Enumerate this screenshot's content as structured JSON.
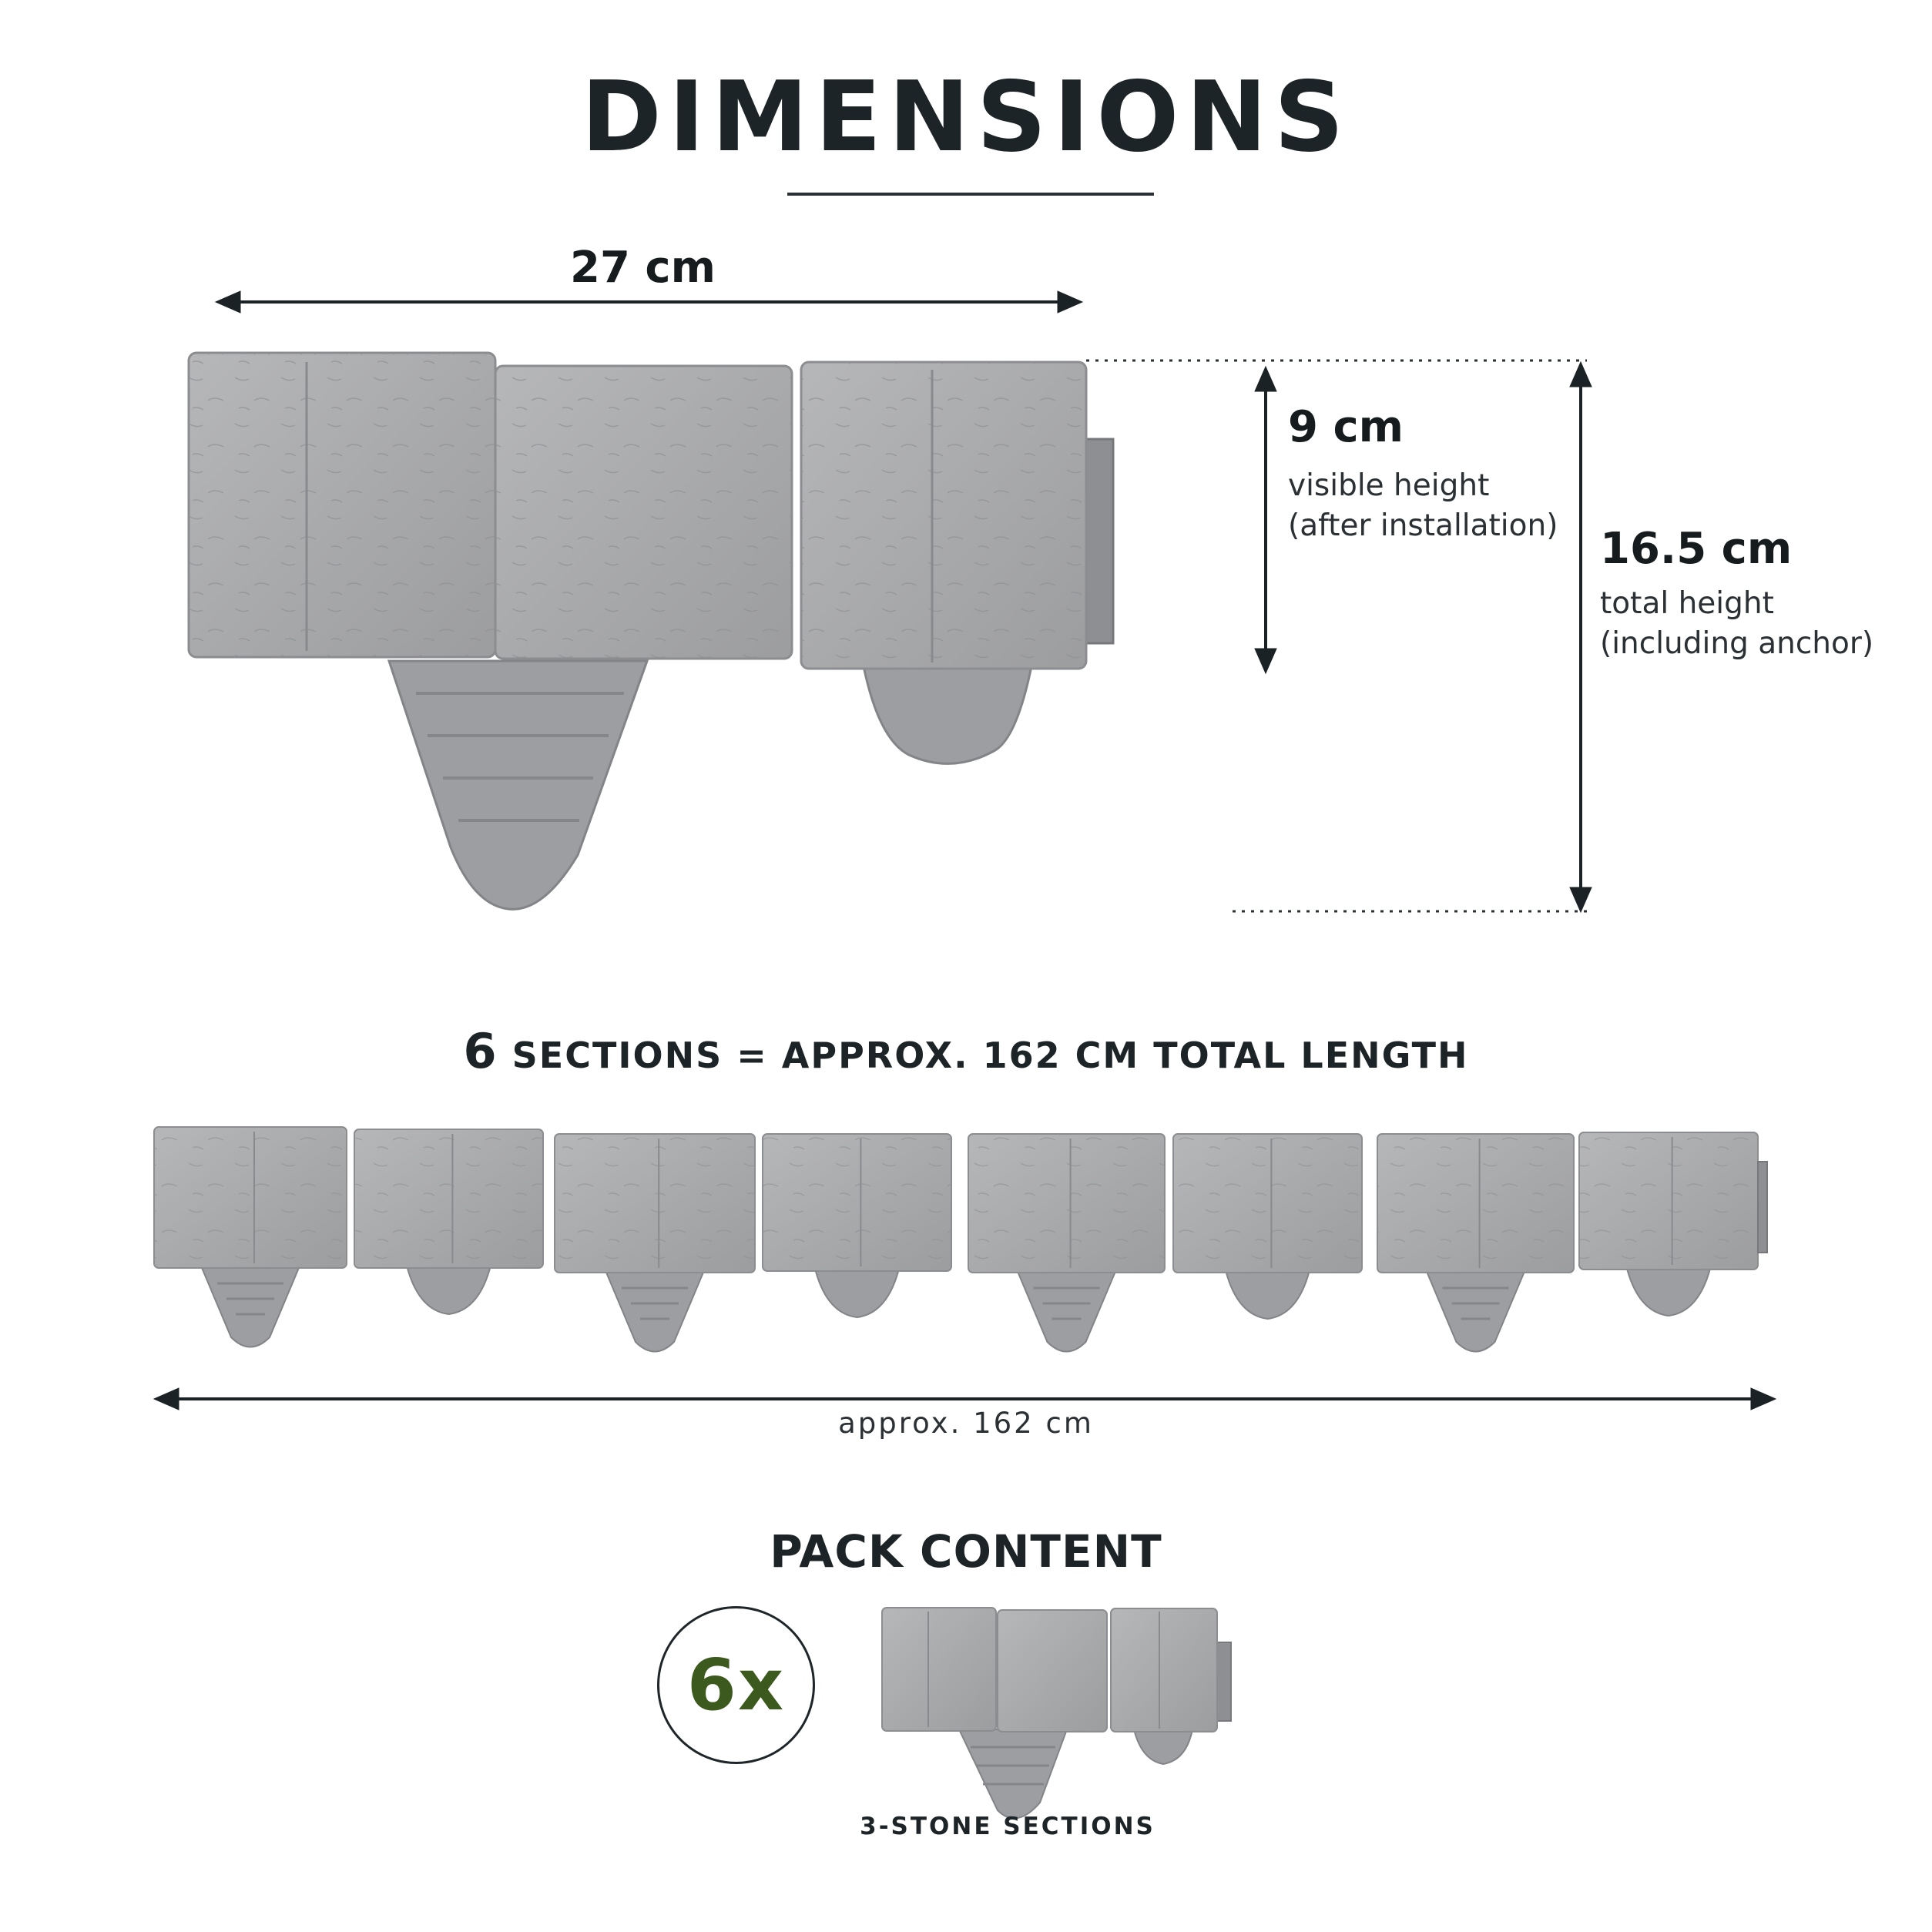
{
  "header": {
    "title": "DIMENSIONS"
  },
  "section_dims": {
    "width": {
      "value": "27 cm"
    },
    "visible_height": {
      "value": "9 cm",
      "note_line1": "visible height",
      "note_line2": "(after installation)"
    },
    "total_height": {
      "value": "16.5 cm",
      "note_line1": "total height",
      "note_line2": "(including anchor)"
    }
  },
  "sections": {
    "count": "6",
    "heading_text": "SECTIONS = APPROX. 162 CM TOTAL LENGTH",
    "total_length_label": "approx. 162 cm"
  },
  "pack": {
    "heading": "PACK CONTENT",
    "count": "6x",
    "item_caption": "3-STONE SECTIONS"
  },
  "colors": {
    "text": "#1d2428",
    "stone": "#a9aaac",
    "stone_edge": "#8c8d90",
    "anchor": "#9a9b9e",
    "pack_count": "#3d5a1e"
  },
  "icons": [
    "double-arrow-horizontal",
    "double-arrow-vertical",
    "stone-edging-section"
  ]
}
